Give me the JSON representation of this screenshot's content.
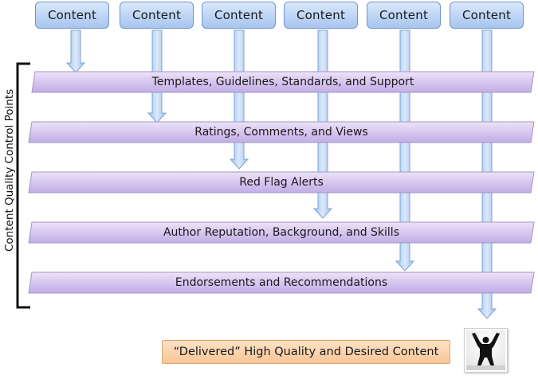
{
  "content_boxes": [
    {
      "label": "Content"
    },
    {
      "label": "Content"
    },
    {
      "label": "Content"
    },
    {
      "label": "Content"
    },
    {
      "label": "Content"
    },
    {
      "label": "Content"
    }
  ],
  "side_label": "Content Quality Control Points",
  "control_points": [
    {
      "label": "Templates, Guidelines, Standards, and Support"
    },
    {
      "label": "Ratings, Comments, and Views"
    },
    {
      "label": "Red Flag Alerts"
    },
    {
      "label": "Author Reputation, Background, and Skills"
    },
    {
      "label": "Endorsements and Recommendations"
    }
  ],
  "delivered_label": "“Delivered” High Quality and Desired Content",
  "colors": {
    "content_fill": "#c3d7f5",
    "content_border": "#6f93c8",
    "band_fill": "#d7c7ef",
    "band_border": "#a394c6",
    "arrow_fill": "#aecbf2",
    "arrow_border": "#7fa3d6",
    "delivered_fill": "#fbd1a9",
    "delivered_border": "#e2a56a"
  },
  "icons": {
    "photo": "person-arms-raised-silhouette-icon"
  }
}
